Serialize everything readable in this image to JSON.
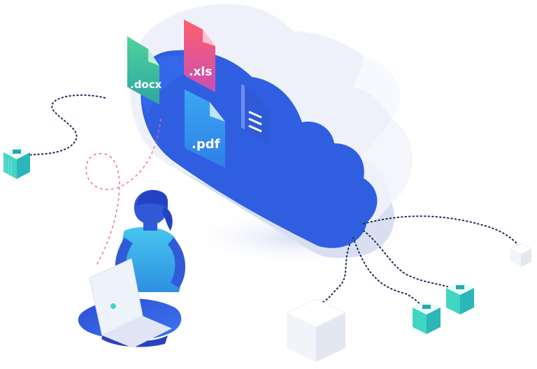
{
  "illustration": {
    "subject": "cloud-storage-illustration",
    "files": [
      {
        "label": ".docx",
        "color": "#3fbf8f"
      },
      {
        "label": ".xls",
        "color": "#f0567a"
      },
      {
        "label": ".pdf",
        "color": "#3fa8f0"
      },
      {
        "label": "",
        "color": "#2f5bd8"
      }
    ],
    "colors": {
      "cloud_face": "#2f5fe0",
      "cloud_side": "#dde3f3",
      "cloud_top": "#f4f6fc",
      "person_top": "#36b6e8",
      "person_pants": "#2f5fe0",
      "hair": "#2f4fd0",
      "laptop": "#eef2fb",
      "network_line": "#1d2a55",
      "pink_line": "#ee5fa5",
      "node_teal": "#3fd7c3"
    }
  }
}
